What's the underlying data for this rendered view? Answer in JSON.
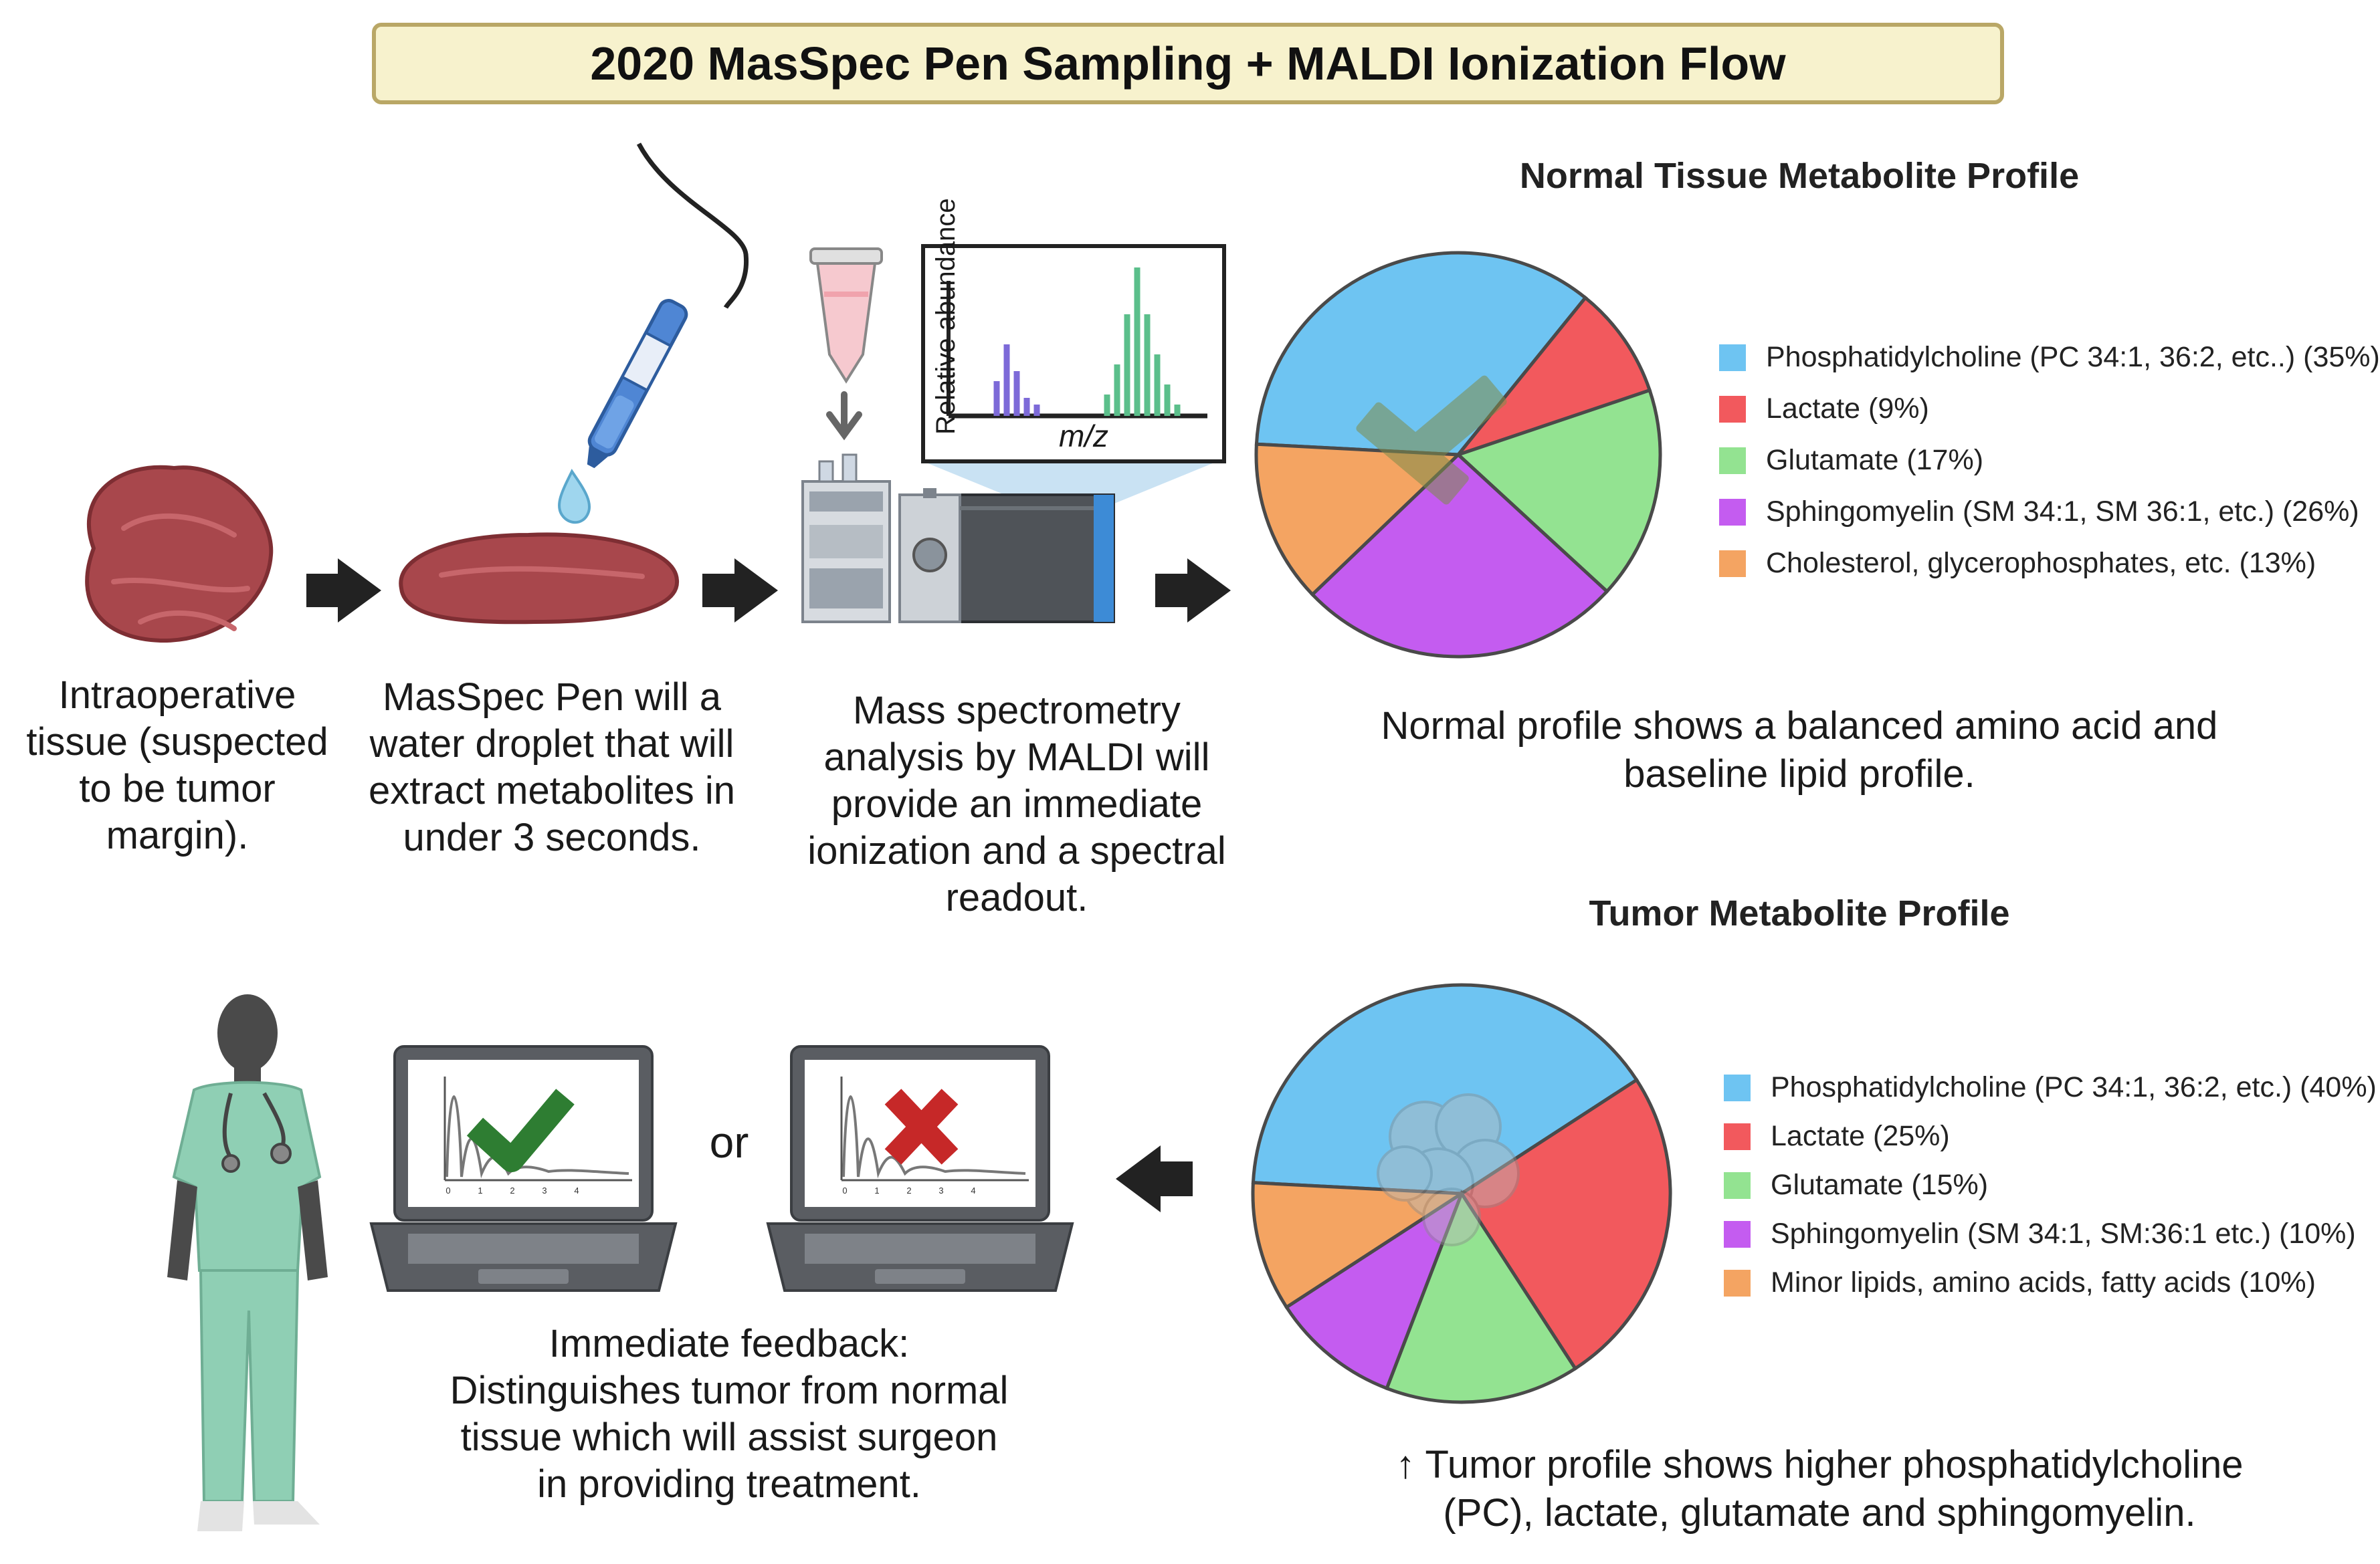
{
  "title": "2020 MasSpec Pen Sampling + MALDI Ionization Flow",
  "steps": [
    {
      "text": "Intraoperative tissue (suspected to be tumor margin)."
    },
    {
      "text": "MasSpec Pen will a water droplet that will extract metabolites in under 3 seconds."
    },
    {
      "text": "Mass spectrometry analysis by MALDI will provide an immediate ionization and a spectral readout."
    }
  ],
  "spectrum": {
    "ylabel": "Relative abundance",
    "xlabel": "m/z"
  },
  "normal_profile": {
    "heading": "Normal Tissue Metabolite Profile",
    "caption": "Normal profile shows a balanced amino acid and baseline lipid profile.",
    "legend": [
      {
        "label": "Phosphatidylcholine (PC 34:1, 36:2, etc..) (35%)",
        "color": "#6ec4f2"
      },
      {
        "label": "Lactate (9%)",
        "color": "#f2595d"
      },
      {
        "label": "Glutamate (17%)",
        "color": "#93e391"
      },
      {
        "label": "Sphingomyelin (SM 34:1, SM 36:1, etc.) (26%)",
        "color": "#c45cf0"
      },
      {
        "label": "Cholesterol, glycerophosphates, etc. (13%)",
        "color": "#f4a462"
      }
    ]
  },
  "tumor_profile": {
    "heading": "Tumor Metabolite Profile",
    "caption_line1": "↑ Tumor profile shows higher phosphatidylcholine",
    "caption_line2": "(PC), lactate, glutamate and sphingomyelin.",
    "legend": [
      {
        "label": "Phosphatidylcholine (PC 34:1, 36:2, etc.) (40%)",
        "color": "#6ec4f2"
      },
      {
        "label": "Lactate (25%)",
        "color": "#f2595d"
      },
      {
        "label": "Glutamate (15%)",
        "color": "#93e391"
      },
      {
        "label": "Sphingomyelin (SM 34:1, SM:36:1 etc.) (10%)",
        "color": "#c45cf0"
      },
      {
        "label": "Minor lipids, amino acids, fatty acids (10%)",
        "color": "#f4a462"
      }
    ]
  },
  "chart_data": [
    {
      "type": "pie",
      "title": "Normal Tissue Metabolite Profile",
      "categories": [
        "Phosphatidylcholine (PC 34:1, 36:2, etc..)",
        "Lactate",
        "Glutamate",
        "Sphingomyelin (SM 34:1, SM 36:1, etc.)",
        "Cholesterol, glycerophosphates, etc."
      ],
      "values": [
        35,
        9,
        17,
        26,
        13
      ],
      "colors": [
        "#6ec4f2",
        "#f2595d",
        "#93e391",
        "#c45cf0",
        "#f4a462"
      ]
    },
    {
      "type": "pie",
      "title": "Tumor Metabolite Profile",
      "categories": [
        "Phosphatidylcholine (PC 34:1, 36:2, etc.)",
        "Lactate",
        "Glutamate",
        "Sphingomyelin (SM 34:1, SM:36:1 etc.)",
        "Minor lipids, amino acids, fatty acids"
      ],
      "values": [
        40,
        25,
        15,
        10,
        10
      ],
      "colors": [
        "#6ec4f2",
        "#f2595d",
        "#93e391",
        "#c45cf0",
        "#f4a462"
      ]
    }
  ],
  "feedback": {
    "or_label": "or",
    "text": "Immediate feedback: Distinguishes tumor from normal tissue which will assist surgeon in providing treatment.",
    "axis_ticks": [
      "0",
      "1",
      "2",
      "3",
      "4"
    ]
  },
  "colors": {
    "check": "#2e7d32",
    "cross": "#c62828",
    "tissue": "#a8474c",
    "scrubs": "#8fcfb4"
  }
}
